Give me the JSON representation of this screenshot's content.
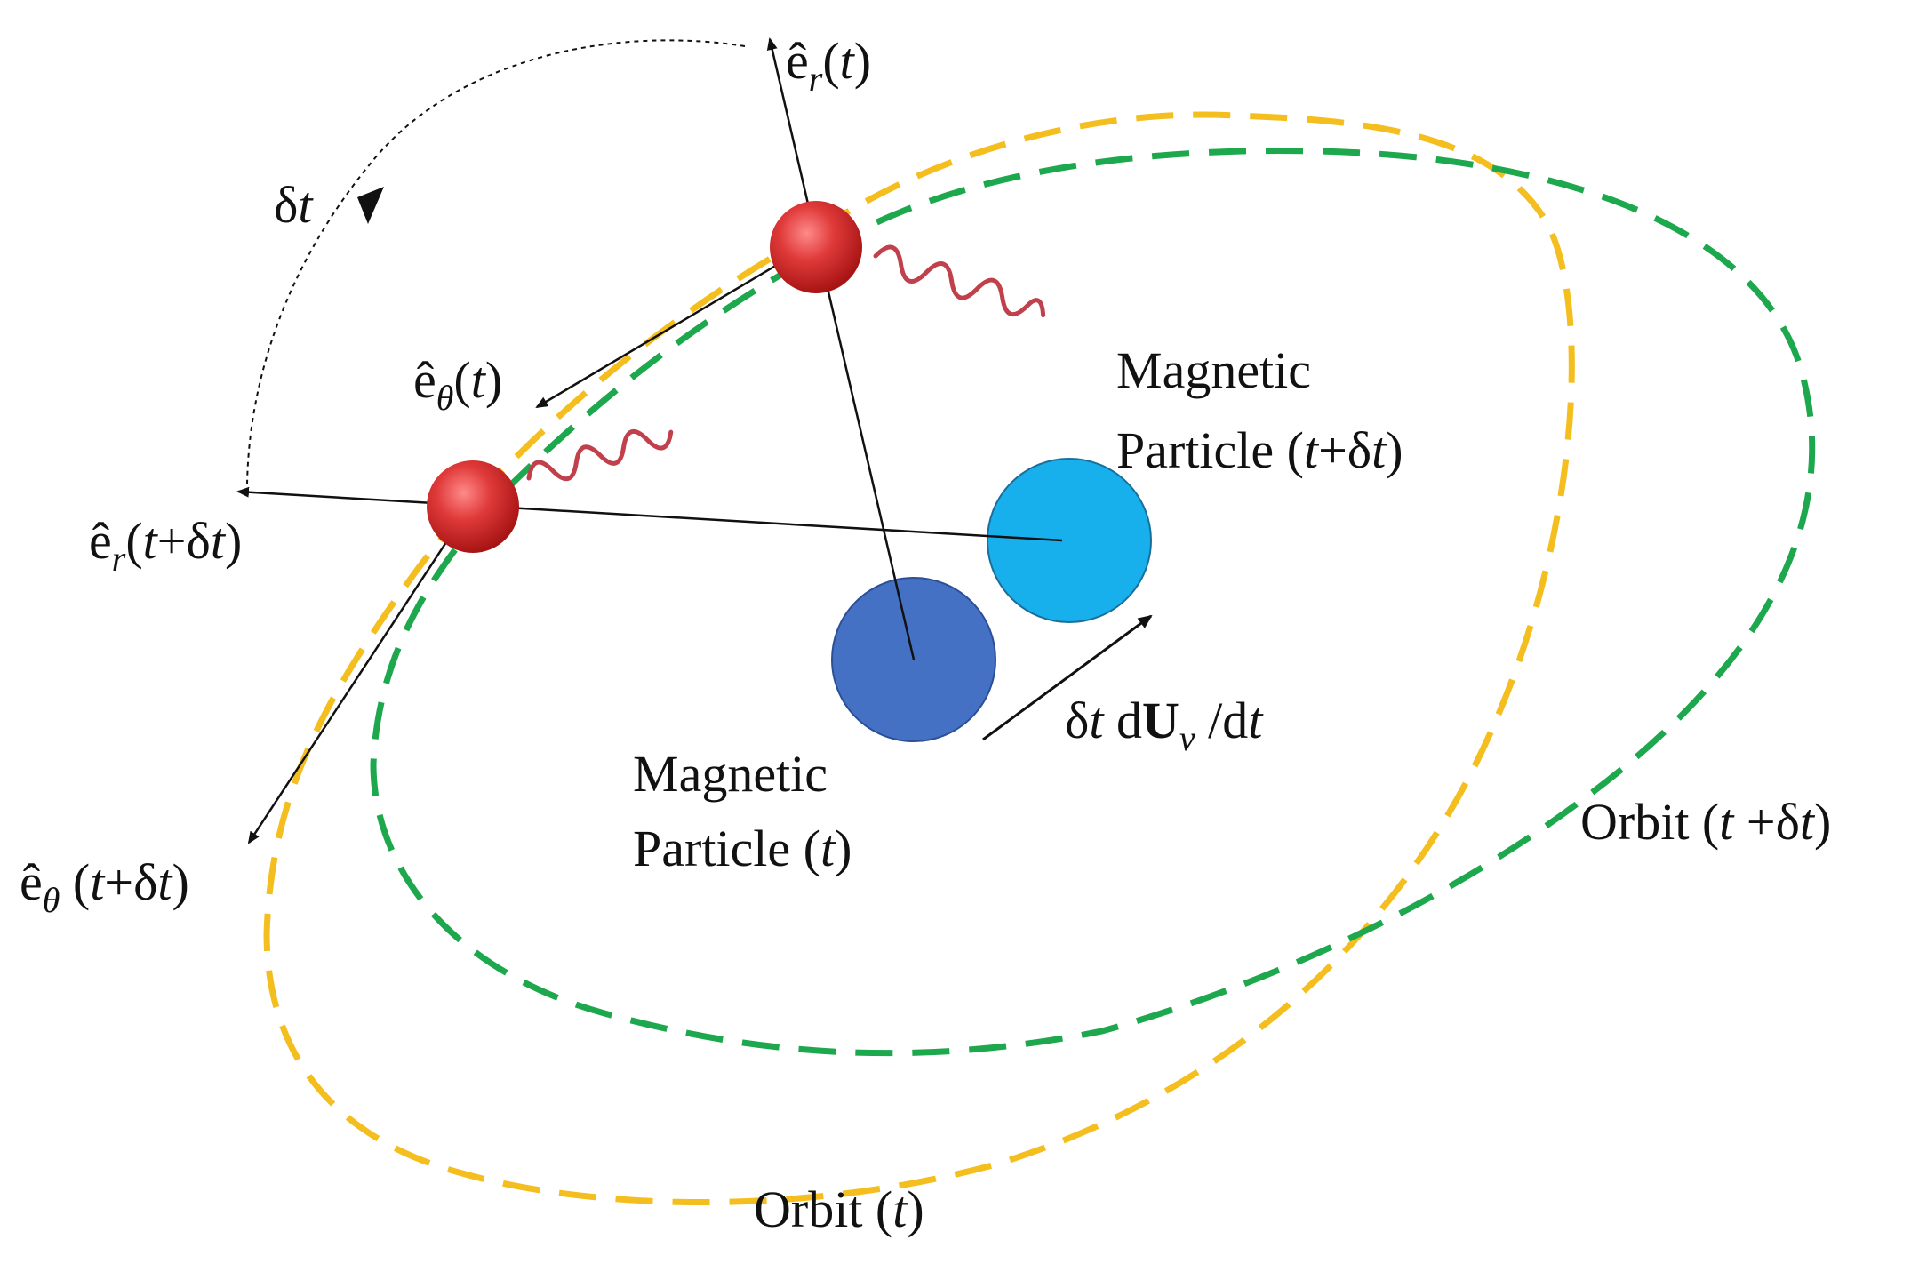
{
  "labels": {
    "er_t": {
      "base": "ê",
      "sub": "r",
      "arg_open": "(",
      "var": "t",
      "arg_close": ")"
    },
    "etheta_t": {
      "base": "ê",
      "sub": "θ",
      "arg_open": "(",
      "var": "t",
      "arg_close": ")"
    },
    "er_tdt": {
      "base": "ê",
      "sub": "r",
      "arg_open": "(",
      "var": "t",
      "plus": "+δ",
      "var2": "t",
      "arg_close": ")"
    },
    "etheta_tdt": {
      "base": "ê",
      "sub": "θ",
      "arg_open": " (",
      "var": "t",
      "plus": "+δ",
      "var2": "t",
      "arg_close": ")"
    },
    "delta_t": {
      "delta": "δ",
      "var": "t"
    },
    "drift": {
      "delta": "δ",
      "var": "t",
      "d": " d",
      "U": "U",
      "sub": "v",
      "slash": " /d",
      "var2": "t"
    },
    "mp_tdt": {
      "line1": "Magnetic",
      "line2_pre": "Particle (",
      "var": "t",
      "plus": "+δ",
      "var2": "t",
      "close": ")"
    },
    "mp_t": {
      "line1": "Magnetic",
      "line2_pre": "Particle (",
      "var": "t",
      "close": ")"
    },
    "orbit_tdt": {
      "pre": "Orbit (",
      "var": "t",
      "plus": " +δ",
      "var2": "t",
      "close": ")"
    },
    "orbit_t": {
      "pre": "Orbit (",
      "var": "t",
      "close": ")"
    }
  },
  "colors": {
    "orbit_t": "#f4be1e",
    "orbit_tdt": "#1ea84e",
    "particle_t": "#4471c4",
    "particle_tdt": "#18b0ec",
    "charge": "#d42828",
    "wave": "#c0404c",
    "arrow": "#111111"
  }
}
